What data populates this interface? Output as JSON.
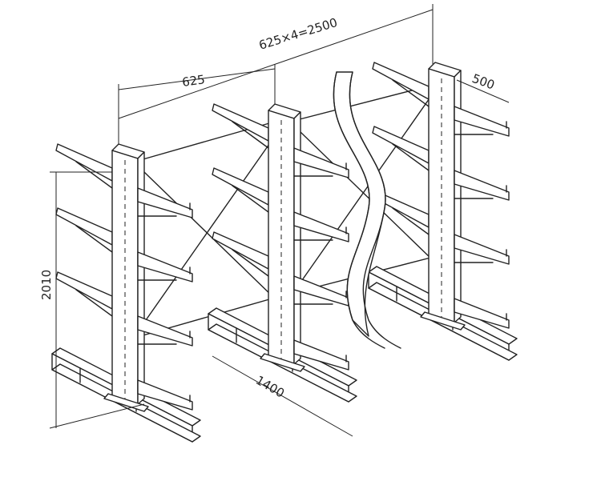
{
  "drawing": {
    "dimensions": {
      "total_length": "625×4=2500",
      "bay_length": "625",
      "arm_length": "500",
      "height": "2010",
      "base_length": "1400"
    },
    "line_color": "#222222"
  }
}
